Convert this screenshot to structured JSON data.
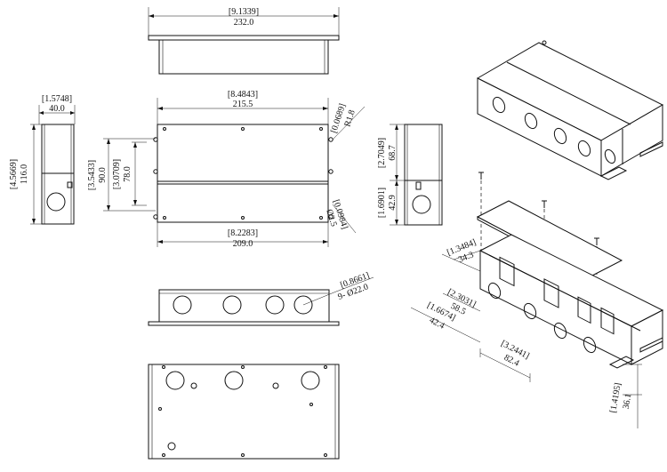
{
  "dims": {
    "top_width_in": "[9.1339]",
    "top_width_mm": "232.0",
    "side_width_in": "[1.5748]",
    "side_width_mm": "40.0",
    "side_height_in": "[4.5669]",
    "side_height_mm": "116.0",
    "body_width_in": "[8.4843]",
    "body_width_mm": "215.5",
    "slot_in": "[0.0689]",
    "slot_mm": "R1.8",
    "h_outer_in": "[3.5433]",
    "h_outer_mm": "90.0",
    "h_inner_in": "[3.0709]",
    "h_inner_mm": "78.0",
    "hole_small_in": "[0.0984]",
    "hole_small_mm": "Ø2.5",
    "bottom_width_in": "[8.2283]",
    "bottom_width_mm": "209.0",
    "right_upper_in": "[2.7049]",
    "right_upper_mm": "68.7",
    "right_lower_in": "[1.6901]",
    "right_lower_mm": "42.9",
    "knockout_in": "[0.8661]",
    "knockout_mm": "9- Ø22.0",
    "iso_a_in": "[1.3484]",
    "iso_a_mm": "34.3",
    "iso_b_in": "[2.3031]",
    "iso_b_mm": "58.5",
    "iso_c_in": "[1.6674]",
    "iso_c_mm": "42.4",
    "iso_d_in": "[3.2441]",
    "iso_d_mm": "82.4",
    "iso_e_in": "[1.4195]",
    "iso_e_mm": "36.1"
  }
}
